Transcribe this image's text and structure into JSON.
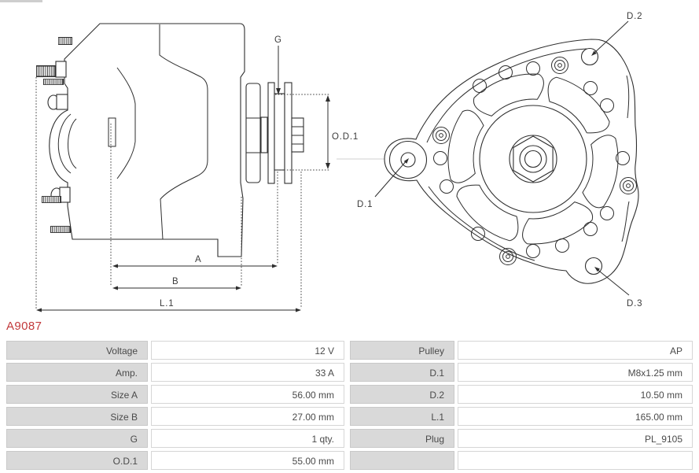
{
  "part_number": "A9087",
  "accent_color": "#c2393b",
  "side_view": {
    "dim_g": "G",
    "dim_od1": "O.D.1",
    "dim_a": "A",
    "dim_b": "B",
    "dim_l1": "L.1"
  },
  "front_view": {
    "dim_d1": "D.1",
    "dim_d2": "D.2",
    "dim_d3": "D.3"
  },
  "spec_table": {
    "left_rows": [
      {
        "label": "Voltage",
        "value": "12 V"
      },
      {
        "label": "Amp.",
        "value": "33 A"
      },
      {
        "label": "Size A",
        "value": "56.00 mm"
      },
      {
        "label": "Size B",
        "value": "27.00 mm"
      },
      {
        "label": "G",
        "value": "1 qty."
      },
      {
        "label": "O.D.1",
        "value": "55.00 mm"
      }
    ],
    "right_rows": [
      {
        "label": "Pulley",
        "value": "AP"
      },
      {
        "label": "D.1",
        "value": "M8x1.25 mm"
      },
      {
        "label": "D.2",
        "value": "10.50 mm"
      },
      {
        "label": "L.1",
        "value": "165.00 mm"
      },
      {
        "label": "Plug",
        "value": "PL_9105"
      },
      {
        "label": "",
        "value": ""
      }
    ]
  }
}
